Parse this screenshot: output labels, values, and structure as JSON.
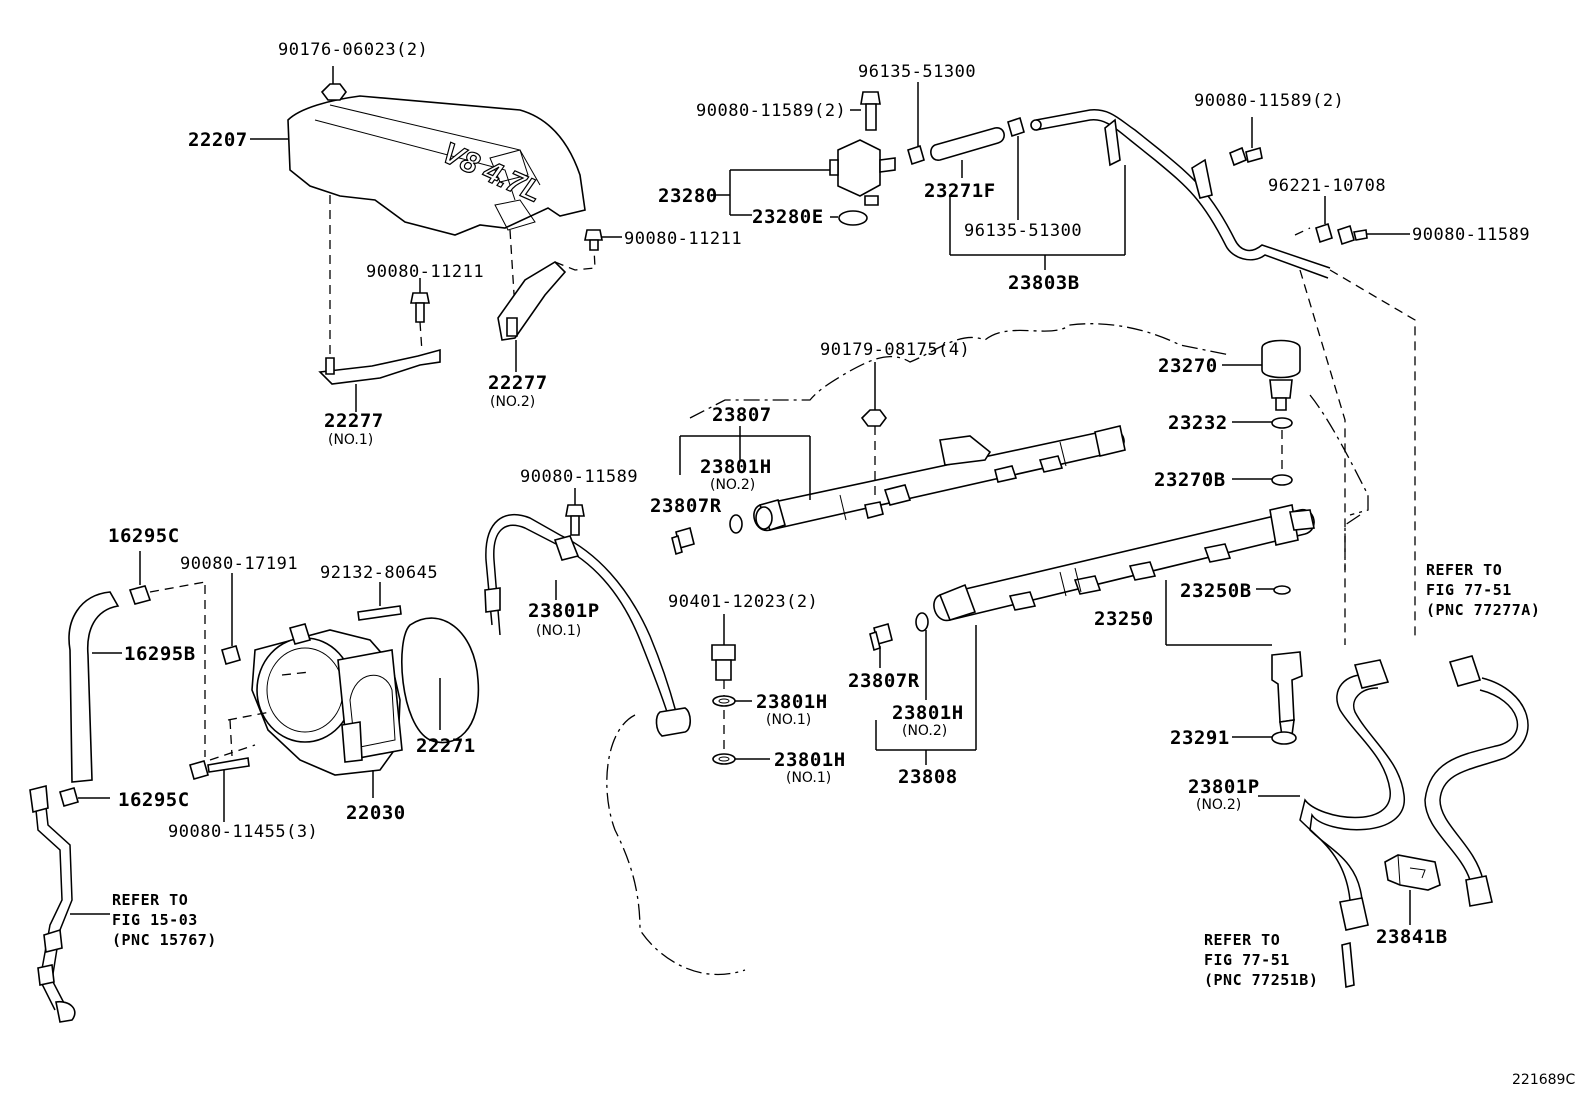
{
  "labels": {
    "p90176_06023": "90176-06023(2)",
    "p22207": "22207",
    "p90080_11211_a": "90080-11211",
    "p90080_11211_b": "90080-11211",
    "p22277_no1": "22277",
    "p22277_no1_sub": "(NO.1)",
    "p22277_no2": "22277",
    "p22277_no2_sub": "(NO.2)",
    "p96135_51300_top": "96135-51300",
    "p90080_11589_2a": "90080-11589(2)",
    "p23280": "23280",
    "p23280e": "23280E",
    "p23271f": "23271F",
    "p96135_51300_mid": "96135-51300",
    "p23803b": "23803B",
    "p90080_11589_2b": "90080-11589(2)",
    "p96221_10708": "96221-10708",
    "p90080_11589_r": "90080-11589",
    "p90179_08175": "90179-08175(4)",
    "p23270": "23270",
    "p23232": "23232",
    "p23270b": "23270B",
    "p23807": "23807",
    "p23801h_no2a": "23801H",
    "p23801h_no2a_sub": "(NO.2)",
    "p23807r_a": "23807R",
    "p90080_11589_m": "90080-11589",
    "p16295c_top": "16295C",
    "p90080_17191": "90080-17191",
    "p92132_80645": "92132-80645",
    "p16295b": "16295B",
    "p23801p_no1": "23801P",
    "p23801p_no1_sub": "(NO.1)",
    "p90401_12023": "90401-12023(2)",
    "p23250b": "23250B",
    "p23250": "23250",
    "p23807r_b": "23807R",
    "p23801h_no2b": "23801H",
    "p23801h_no2b_sub": "(NO.2)",
    "p23801h_no1a": "23801H",
    "p23801h_no1a_sub": "(NO.1)",
    "p23801h_no1b": "23801H",
    "p23801h_no1b_sub": "(NO.1)",
    "p22271": "22271",
    "p23291": "23291",
    "p23808": "23808",
    "p16295c_bot": "16295C",
    "p22030": "22030",
    "p90080_11455": "90080-11455(3)",
    "p23801p_no2": "23801P",
    "p23801p_no2_sub": "(NO.2)",
    "p23841b": "23841B",
    "ref_fig_15_03": "REFER TO\nFIG 15-03\n(PNC 15767)",
    "ref_fig_77_51_a": "REFER TO\nFIG 77-51\n(PNC 77277A)",
    "ref_fig_77_51_b": "REFER TO\nFIG 77-51\n(PNC 77251B)",
    "cover_emblem": "V8 4.7L",
    "drawing_code": "221689C"
  }
}
